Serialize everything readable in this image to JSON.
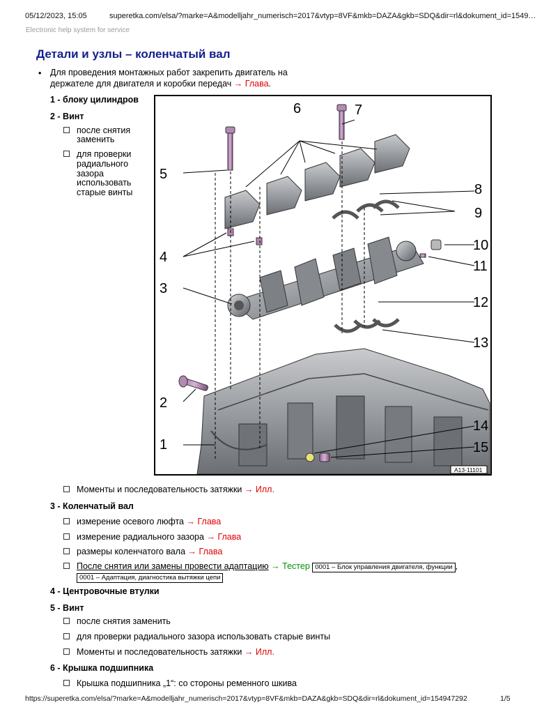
{
  "header": {
    "datetime": "05/12/2023, 15:05",
    "url": "superetka.com/elsa/?marke=A&modelljahr_numerisch=2017&vtyp=8VF&mkb=DAZA&gkb=SDQ&dir=rl&dokument_id=1549…",
    "subtitle": "Electronic help system for service"
  },
  "title": "Детали и узлы – коленчатый вал",
  "intro": {
    "line1": "Для проведения монтажных работ закрепить двигатель на",
    "line2": "держателе для двигателя и коробки передач",
    "arrow": "→",
    "link": "Глава",
    "tail": "."
  },
  "items": {
    "i1": "1 - блоку цилиндров",
    "i2": "2 - Винт",
    "i2_s1_l1": "после снятия",
    "i2_s1_l2": "заменить",
    "i2_s2_l1": "для проверки",
    "i2_s2_l2": "радиального",
    "i2_s2_l3": "зазора",
    "i2_s2_l4": "использовать",
    "i2_s2_l5": "старые винты",
    "i2_s3_text": "Моменты и последовательность затяжки",
    "i2_s3_link": "Илл.",
    "i3": "3 - Коленчатый вал",
    "i3_s1_text": "измерение осевого люфта",
    "i3_s1_link": "Глава",
    "i3_s2_text": "измерение радиального зазора",
    "i3_s2_link": "Глава",
    "i3_s3_text": "размеры коленчатого вала",
    "i3_s3_link": "Глава",
    "i3_s4_text": "После снятия или замены провести адаптацию",
    "i3_s4_link": "Тестер",
    "i3_s4_box1": "0001 – Блок управления двигателя, функции",
    "i3_s4_comma": ",",
    "i3_s4_box2": "0001 – Адаптация, диагностика вытяжки цепи",
    "i4_num": "4 - ",
    "i4_name": "Центровочные втулки",
    "i5": "5 - Винт",
    "i5_s1": "после снятия заменить",
    "i5_s2": "для проверки радиального зазора использовать старые винты",
    "i5_s3_text": "Моменты и последовательность затяжки",
    "i5_s3_link": "Илл.",
    "i6": "6 - Крышка подшипника",
    "i6_s1": "Крышка подшипника „1“: со стороны ременного шкива"
  },
  "arrow": "→",
  "figure": {
    "id": "A13-11101",
    "callouts": [
      "1",
      "2",
      "3",
      "4",
      "5",
      "6",
      "7",
      "8",
      "9",
      "10",
      "11",
      "12",
      "13",
      "14",
      "15"
    ]
  },
  "footer": {
    "url": "https://superetka.com/elsa/?marke=A&modelljahr_numerisch=2017&vtyp=8VF&mkb=DAZA&gkb=SDQ&dir=rl&dokument_id=154947292",
    "page": "1/5"
  },
  "colors": {
    "title": "#14208c",
    "link_red": "#e00000",
    "link_green": "#009000"
  }
}
